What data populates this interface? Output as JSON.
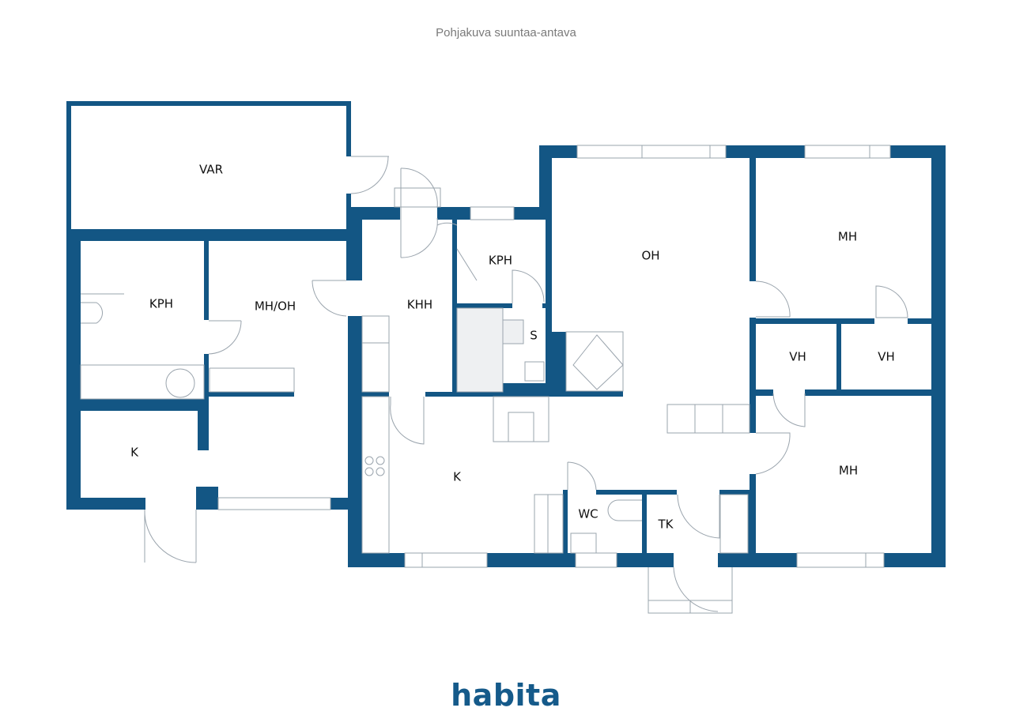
{
  "header": {
    "caption": "Pohjakuva suuntaa-antava"
  },
  "colors": {
    "wall": "#135684",
    "line": "#9aa4ad",
    "background": "#ffffff",
    "logo": "#155a8a",
    "caption": "#7a7a7a"
  },
  "rooms": {
    "var": "VAR",
    "kph_left": "KPH",
    "mh_oh": "MH/OH",
    "k_left": "K",
    "khh": "KHH",
    "kph_mid": "KPH",
    "s": "S",
    "k_main": "K",
    "oh": "OH",
    "wc": "WC",
    "tk": "TK",
    "mh_top": "MH",
    "vh_left": "VH",
    "vh_right": "VH",
    "mh_bottom": "MH"
  },
  "footer": {
    "logo": "habita"
  }
}
